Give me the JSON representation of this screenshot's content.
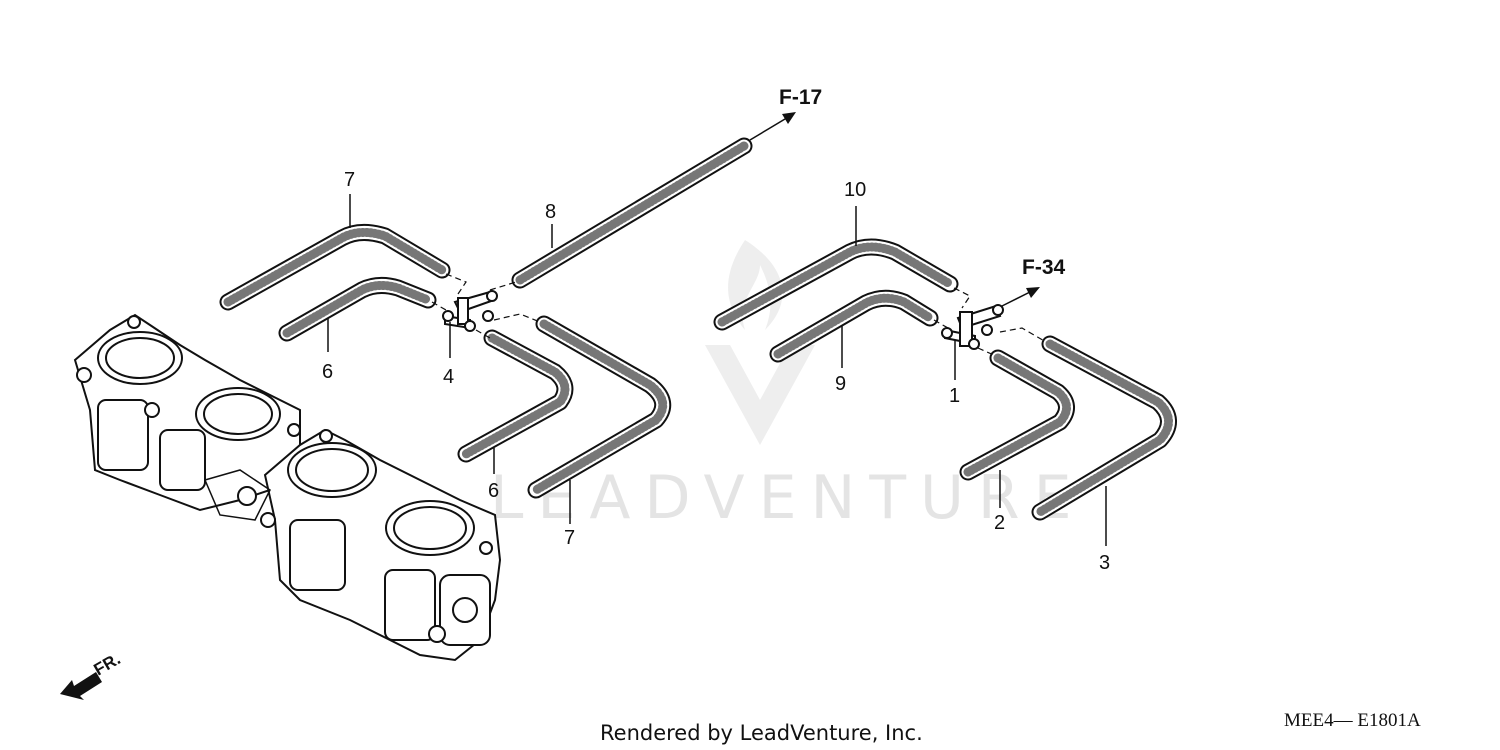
{
  "diagram": {
    "callouts": [
      {
        "id": "label-7-top",
        "text": "7"
      },
      {
        "id": "label-8",
        "text": "8"
      },
      {
        "id": "label-6-left",
        "text": "6"
      },
      {
        "id": "label-4",
        "text": "4"
      },
      {
        "id": "label-6-bottom",
        "text": "6"
      },
      {
        "id": "label-7-bottom",
        "text": "7"
      },
      {
        "id": "label-10",
        "text": "10"
      },
      {
        "id": "label-9",
        "text": "9"
      },
      {
        "id": "label-1",
        "text": "1"
      },
      {
        "id": "label-2",
        "text": "2"
      },
      {
        "id": "label-3",
        "text": "3"
      }
    ],
    "references": {
      "f17": "F-17",
      "f34": "F-34"
    },
    "direction_label": "FR.",
    "footer": "Rendered by LeadVenture, Inc.",
    "diagram_code": "MEE4— E1801A",
    "watermark": "LEADVENTURE"
  }
}
